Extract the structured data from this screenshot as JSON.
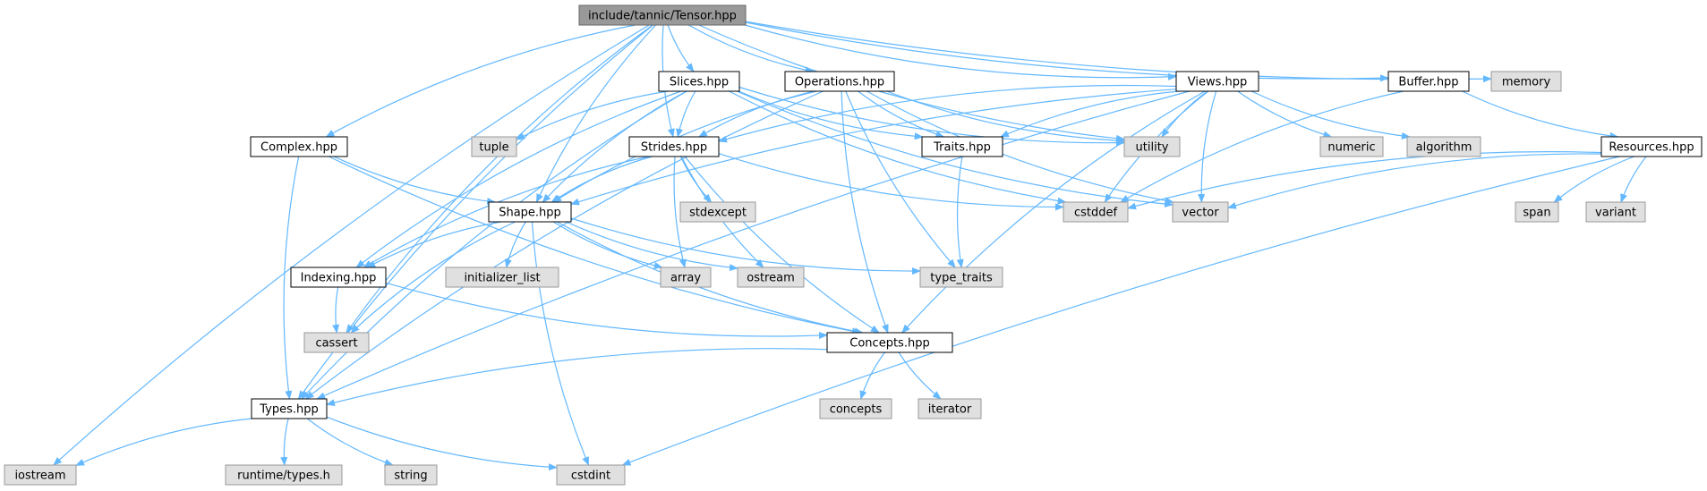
{
  "diagram": {
    "type": "include-dependency-graph",
    "colors": {
      "edge": "#63b8ff",
      "root_fill": "#999999",
      "local_fill": "#ffffff",
      "system_fill": "#e0e0e0"
    },
    "nodes": [
      {
        "id": "tensor",
        "label": "include/tannic/Tensor.hpp",
        "kind": "root"
      },
      {
        "id": "slices",
        "label": "Slices.hpp",
        "kind": "local"
      },
      {
        "id": "operations",
        "label": "Operations.hpp",
        "kind": "local"
      },
      {
        "id": "views",
        "label": "Views.hpp",
        "kind": "local"
      },
      {
        "id": "buffer",
        "label": "Buffer.hpp",
        "kind": "local"
      },
      {
        "id": "memory",
        "label": "memory",
        "kind": "system"
      },
      {
        "id": "complex",
        "label": "Complex.hpp",
        "kind": "local"
      },
      {
        "id": "tuple",
        "label": "tuple",
        "kind": "system"
      },
      {
        "id": "strides",
        "label": "Strides.hpp",
        "kind": "local"
      },
      {
        "id": "traits",
        "label": "Traits.hpp",
        "kind": "local"
      },
      {
        "id": "utility",
        "label": "utility",
        "kind": "system"
      },
      {
        "id": "numeric",
        "label": "numeric",
        "kind": "system"
      },
      {
        "id": "algorithm",
        "label": "algorithm",
        "kind": "system"
      },
      {
        "id": "resources",
        "label": "Resources.hpp",
        "kind": "local"
      },
      {
        "id": "shape",
        "label": "Shape.hpp",
        "kind": "local"
      },
      {
        "id": "stdexcept",
        "label": "stdexcept",
        "kind": "system"
      },
      {
        "id": "cstddef",
        "label": "cstddef",
        "kind": "system"
      },
      {
        "id": "vector",
        "label": "vector",
        "kind": "system"
      },
      {
        "id": "span",
        "label": "span",
        "kind": "system"
      },
      {
        "id": "variant",
        "label": "variant",
        "kind": "system"
      },
      {
        "id": "indexing",
        "label": "Indexing.hpp",
        "kind": "local"
      },
      {
        "id": "initializer_list",
        "label": "initializer_list",
        "kind": "system"
      },
      {
        "id": "array",
        "label": "array",
        "kind": "system"
      },
      {
        "id": "ostream",
        "label": "ostream",
        "kind": "system"
      },
      {
        "id": "type_traits",
        "label": "type_traits",
        "kind": "system"
      },
      {
        "id": "cassert",
        "label": "cassert",
        "kind": "system"
      },
      {
        "id": "concepts_hpp",
        "label": "Concepts.hpp",
        "kind": "local"
      },
      {
        "id": "concepts",
        "label": "concepts",
        "kind": "system"
      },
      {
        "id": "iterator",
        "label": "iterator",
        "kind": "system"
      },
      {
        "id": "types",
        "label": "Types.hpp",
        "kind": "local"
      },
      {
        "id": "iostream",
        "label": "iostream",
        "kind": "system"
      },
      {
        "id": "runtime_types",
        "label": "runtime/types.h",
        "kind": "system"
      },
      {
        "id": "string",
        "label": "string",
        "kind": "system"
      },
      {
        "id": "cstdint",
        "label": "cstdint",
        "kind": "system"
      }
    ],
    "edges": [
      [
        "tensor",
        "slices"
      ],
      [
        "tensor",
        "operations"
      ],
      [
        "tensor",
        "views"
      ],
      [
        "tensor",
        "buffer"
      ],
      [
        "tensor",
        "memory"
      ],
      [
        "tensor",
        "complex"
      ],
      [
        "tensor",
        "strides"
      ],
      [
        "tensor",
        "utility"
      ],
      [
        "tensor",
        "shape"
      ],
      [
        "tensor",
        "cassert"
      ],
      [
        "tensor",
        "types"
      ],
      [
        "tensor",
        "iostream"
      ],
      [
        "slices",
        "tuple"
      ],
      [
        "slices",
        "strides"
      ],
      [
        "slices",
        "traits"
      ],
      [
        "slices",
        "utility"
      ],
      [
        "slices",
        "shape"
      ],
      [
        "slices",
        "cstddef"
      ],
      [
        "slices",
        "vector"
      ],
      [
        "slices",
        "indexing"
      ],
      [
        "slices",
        "types"
      ],
      [
        "operations",
        "strides"
      ],
      [
        "operations",
        "traits"
      ],
      [
        "operations",
        "utility"
      ],
      [
        "operations",
        "shape"
      ],
      [
        "operations",
        "vector"
      ],
      [
        "operations",
        "type_traits"
      ],
      [
        "operations",
        "concepts_hpp"
      ],
      [
        "operations",
        "types"
      ],
      [
        "views",
        "utility"
      ],
      [
        "views",
        "numeric"
      ],
      [
        "views",
        "algorithm"
      ],
      [
        "views",
        "strides"
      ],
      [
        "views",
        "traits"
      ],
      [
        "views",
        "vector"
      ],
      [
        "views",
        "cstddef"
      ],
      [
        "views",
        "shape"
      ],
      [
        "views",
        "concepts_hpp"
      ],
      [
        "views",
        "types"
      ],
      [
        "buffer",
        "resources"
      ],
      [
        "buffer",
        "cstddef"
      ],
      [
        "complex",
        "shape"
      ],
      [
        "complex",
        "concepts_hpp"
      ],
      [
        "complex",
        "types"
      ],
      [
        "strides",
        "shape"
      ],
      [
        "strides",
        "stdexcept"
      ],
      [
        "strides",
        "cstddef"
      ],
      [
        "strides",
        "array"
      ],
      [
        "strides",
        "ostream"
      ],
      [
        "strides",
        "indexing"
      ],
      [
        "strides",
        "concepts_hpp"
      ],
      [
        "traits",
        "type_traits"
      ],
      [
        "resources",
        "cstddef"
      ],
      [
        "resources",
        "vector"
      ],
      [
        "resources",
        "span"
      ],
      [
        "resources",
        "variant"
      ],
      [
        "resources",
        "cstdint"
      ],
      [
        "shape",
        "indexing"
      ],
      [
        "shape",
        "initializer_list"
      ],
      [
        "shape",
        "array"
      ],
      [
        "shape",
        "ostream"
      ],
      [
        "shape",
        "type_traits"
      ],
      [
        "shape",
        "cassert"
      ],
      [
        "shape",
        "concepts_hpp"
      ],
      [
        "shape",
        "cstdint"
      ],
      [
        "indexing",
        "cassert"
      ],
      [
        "indexing",
        "concepts_hpp"
      ],
      [
        "concepts_hpp",
        "concepts"
      ],
      [
        "concepts_hpp",
        "iterator"
      ],
      [
        "concepts_hpp",
        "types"
      ],
      [
        "types",
        "iostream"
      ],
      [
        "types",
        "runtime_types"
      ],
      [
        "types",
        "string"
      ],
      [
        "types",
        "cstdint"
      ]
    ]
  }
}
